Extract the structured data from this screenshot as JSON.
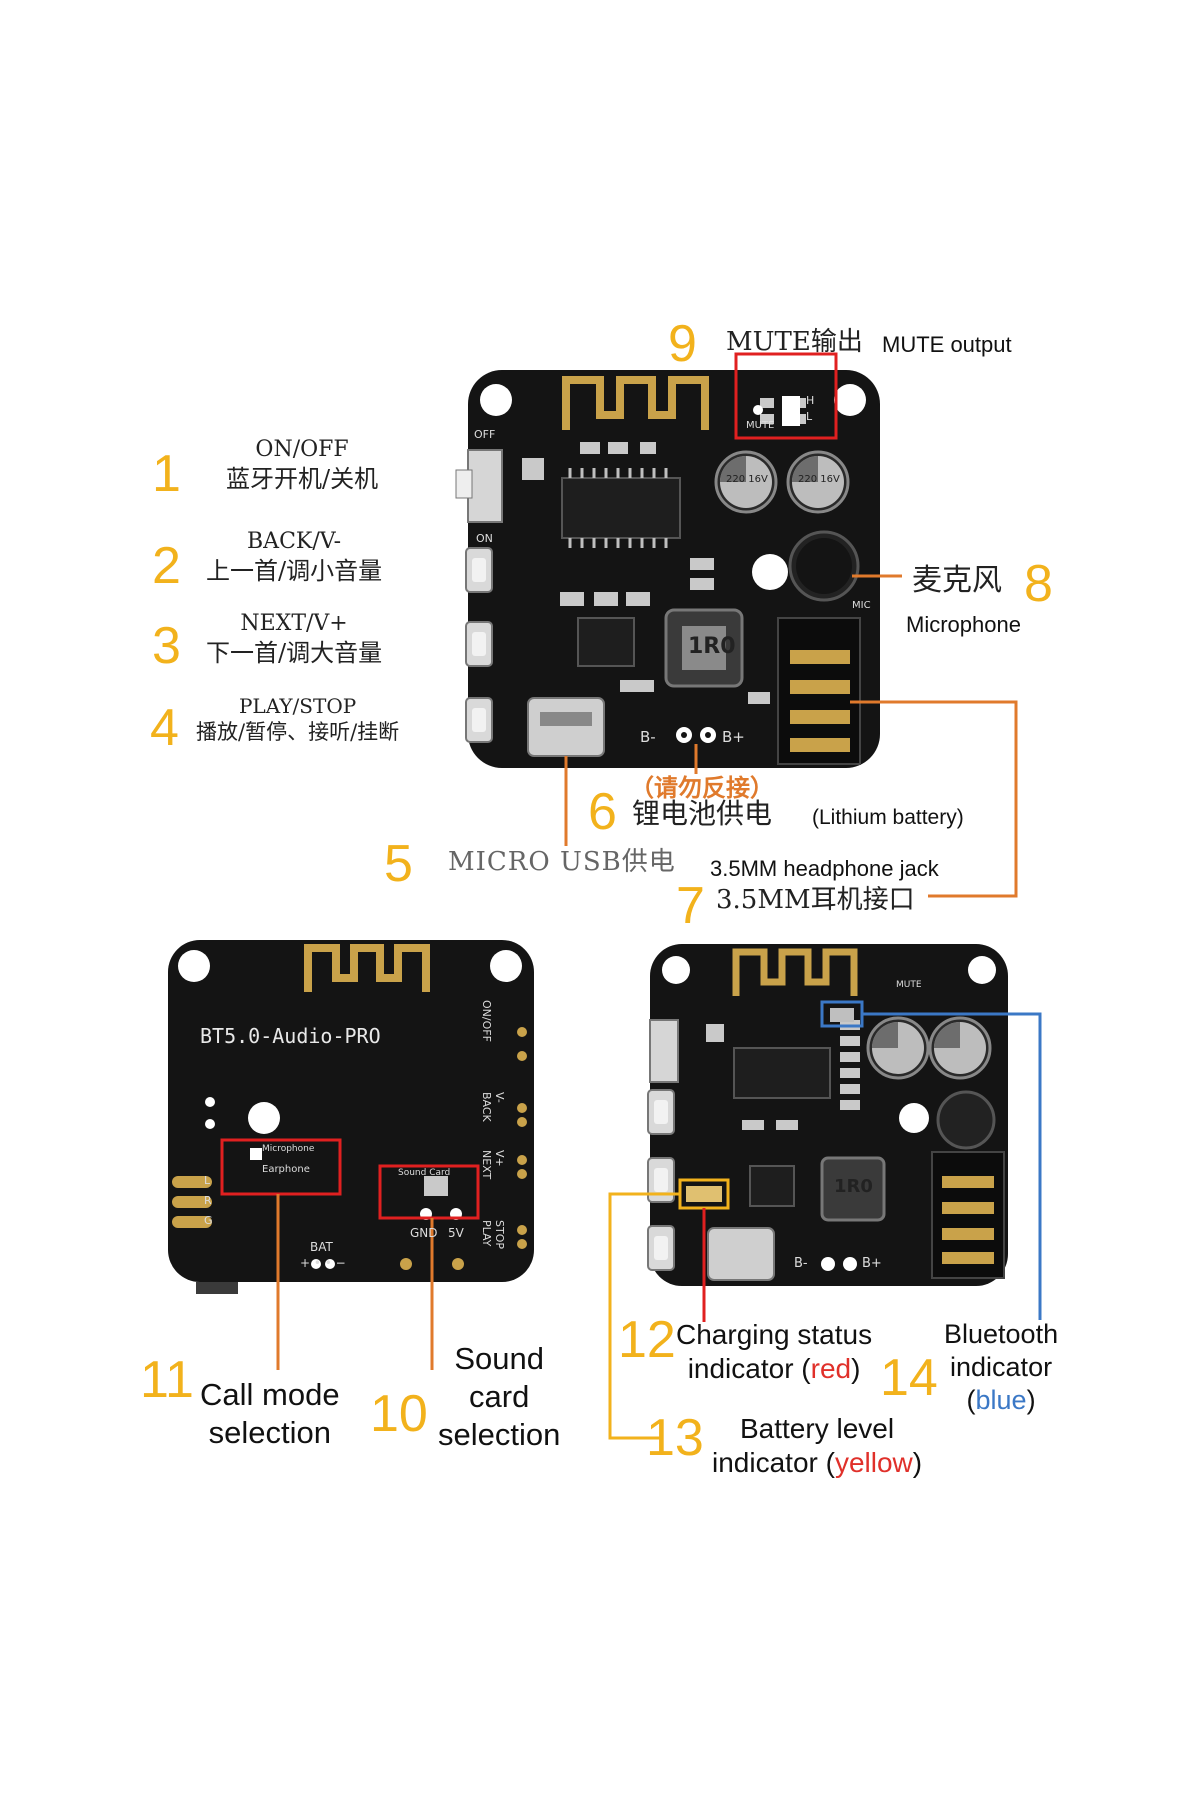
{
  "colors": {
    "callout_number": "#f2b21c",
    "orange_line": "#e07a2c",
    "red_box": "#e02020",
    "blue_line": "#3b78c6",
    "board": "#141414",
    "gold": "#c9a24a"
  },
  "board_text": {
    "off": "OFF",
    "on": "ON",
    "mute": "MUTE",
    "h": "H",
    "l": "L",
    "mic": "MIC",
    "b_minus": "B-",
    "b_plus": "B+",
    "cap_text": "220 16V",
    "inductor": "1R0",
    "back_title": "BT5.0-Audio-PRO",
    "back_microphone": "Microphone",
    "back_earphone": "Earphone",
    "back_soundcard": "Sound Card",
    "back_gnd": "GND",
    "back_5v": "5V",
    "back_bat": "BAT",
    "back_pm": "+ • • −",
    "back_lrg": [
      "L",
      "R",
      "G"
    ],
    "back_side": [
      "ON/OFF",
      "V-\nBACK",
      "V+\nNEXT",
      "STOP\nPLAY"
    ]
  },
  "callouts": {
    "c1": {
      "num": "1",
      "en": "ON/OFF",
      "cn": "蓝牙开机/关机"
    },
    "c2": {
      "num": "2",
      "en": "BACK/V-",
      "cn": "上一首/调小音量"
    },
    "c3": {
      "num": "3",
      "en": "NEXT/V+",
      "cn": "下一首/调大音量"
    },
    "c4": {
      "num": "4",
      "en": "PLAY/STOP",
      "cn": "播放/暂停、接听/挂断"
    },
    "c5": {
      "num": "5",
      "text": "MICRO USB供电"
    },
    "c6": {
      "num": "6",
      "warn": "（请勿反接）",
      "cn": "锂电池供电",
      "en": "(Lithium battery)"
    },
    "c7": {
      "num": "7",
      "en": "3.5MM headphone jack",
      "cn": "3.5MM耳机接口"
    },
    "c8": {
      "num": "8",
      "cn": "麦克风",
      "en": "Microphone"
    },
    "c9": {
      "num": "9",
      "cn": "MUTE输出",
      "en": "MUTE output"
    },
    "c10": {
      "num": "10",
      "line1": "Sound",
      "line2": "card",
      "line3": "selection"
    },
    "c11": {
      "num": "11",
      "line1": "Call mode",
      "line2": "selection"
    },
    "c12": {
      "num": "12",
      "line1": "Charging status",
      "line2a": "indicator (",
      "line2b": "red",
      "line2c": ")"
    },
    "c13": {
      "num": "13",
      "line1": "Battery level",
      "line2a": "indicator (",
      "line2b": "yellow",
      "line2c": ")"
    },
    "c14": {
      "num": "14",
      "line1": "Bluetooth",
      "line2": "indicator",
      "line3a": "(",
      "line3b": "blue",
      "line3c": ")"
    }
  }
}
